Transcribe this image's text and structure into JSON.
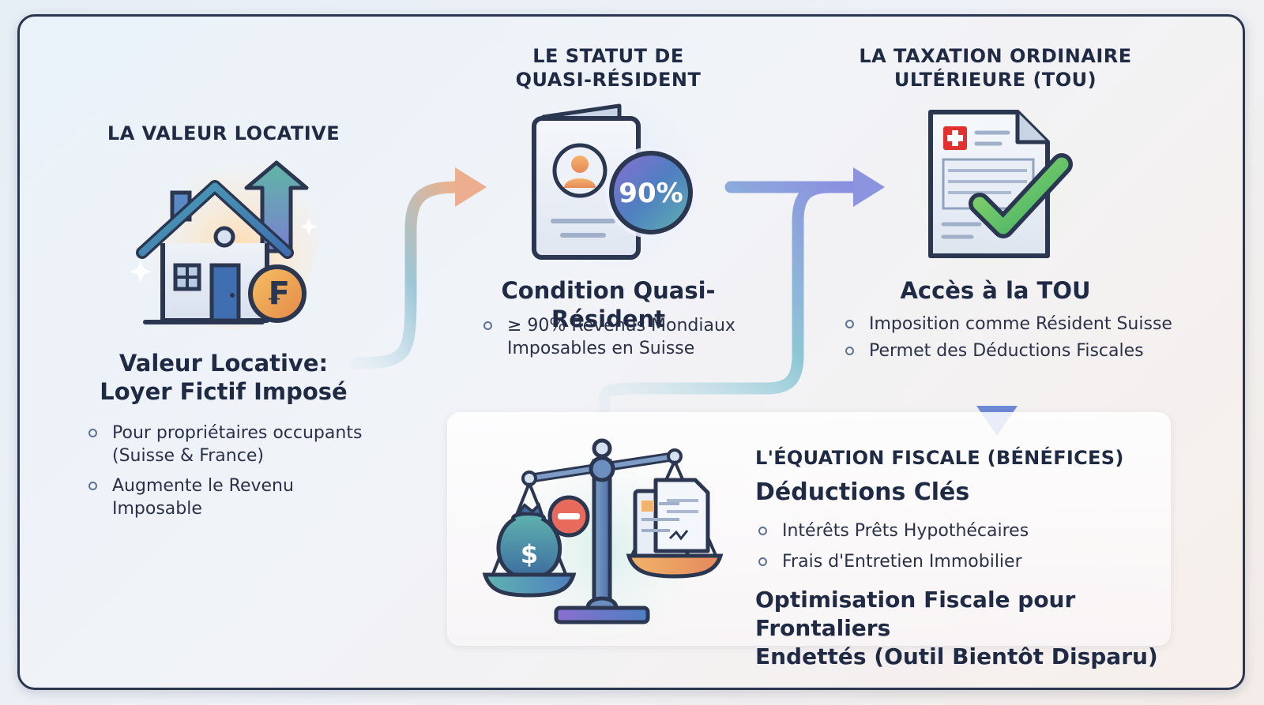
{
  "sections": {
    "valeur_locative": {
      "heading": "LA VALEUR LOCATIVE",
      "title_line1": "Valeur Locative:",
      "title_line2": "Loyer Fictif Imposé",
      "bullets": [
        {
          "line1": "Pour propriétaires occupants",
          "line2": "(Suisse & France)"
        },
        {
          "line1": "Augmente le Revenu",
          "line2": "Imposable"
        }
      ],
      "coin_symbol": "₣",
      "icon": "house-icon"
    },
    "quasi_resident": {
      "heading_line1": "LE STATUT DE",
      "heading_line2": "QUASI-RÉSIDENT",
      "title": "Condition Quasi-Résident",
      "bullets": [
        {
          "line1": "≥ 90% Revenus Mondiaux",
          "line2": "Imposables en Suisse"
        }
      ],
      "badge": "90%",
      "icon": "id-document-icon"
    },
    "tou": {
      "heading_line1": "LA TAXATION ORDINAIRE",
      "heading_line2": "ULTÉRIEURE (TOU)",
      "title": "Accès à la TOU",
      "bullets": [
        "Imposition comme Résident Suisse",
        "Permet des Déductions Fiscales"
      ],
      "icon": "tax-form-check-icon"
    },
    "equation": {
      "heading": "L'ÉQUATION FISCALE (BÉNÉFICES)",
      "title": "Déductions Clés",
      "bullets": [
        "Intérêts Prêts Hypothécaires",
        "Frais d'Entretien Immobilier"
      ],
      "conclusion_line1": "Optimisation Fiscale pour Frontaliers",
      "conclusion_line2": "Endettés (Outil Bientôt Disparu)",
      "bag_symbol": "$",
      "icon": "balance-scale-icon"
    }
  },
  "colors": {
    "border": "#2b3650",
    "text": "#1f2a44",
    "accent_blue": "#4f7fc1",
    "accent_teal": "#5fb3b0",
    "accent_orange": "#f0a55a",
    "accent_purple": "#8a6fd1",
    "check_green": "#5cbf6a",
    "swiss_red": "#e0312f"
  }
}
